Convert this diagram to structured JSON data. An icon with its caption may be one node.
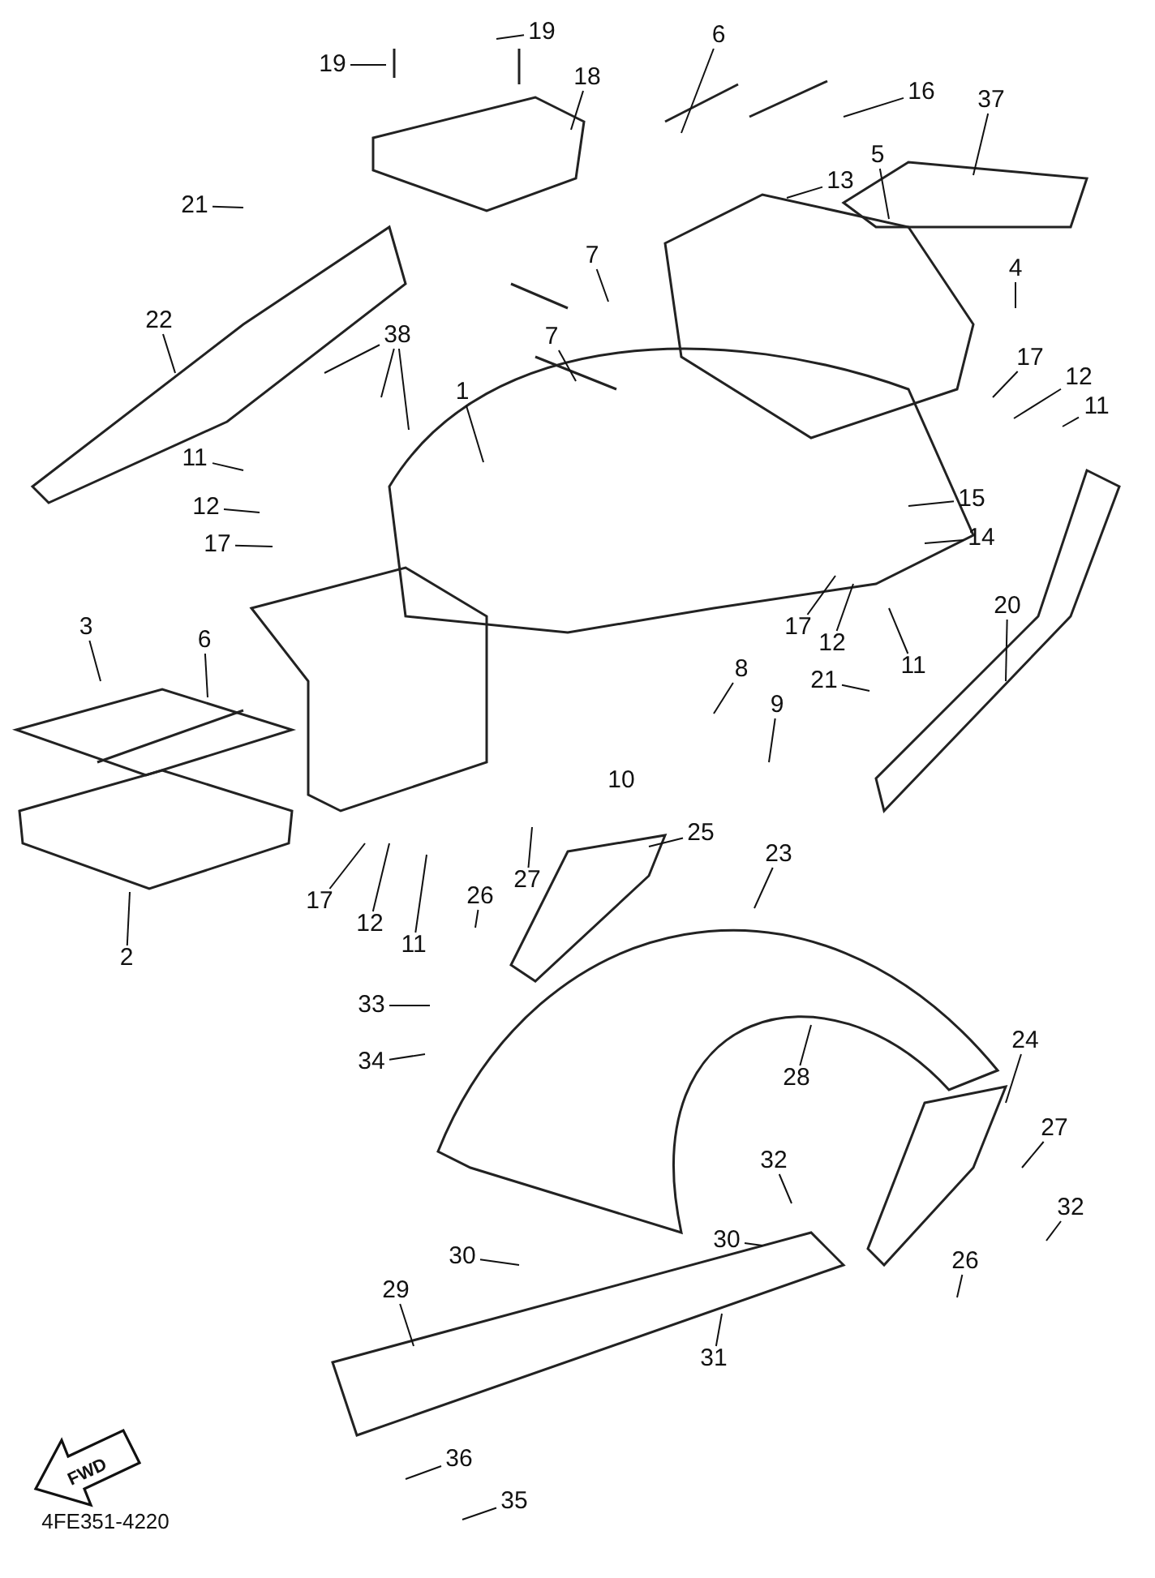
{
  "diagram": {
    "nodes": [
      {
        "text": [
          "19"
        ]
      },
      {
        "text": [
          "19"
        ]
      },
      {
        "text": [
          "18"
        ]
      },
      {
        "text": [
          "6"
        ]
      },
      {
        "text": [
          "16"
        ]
      },
      {
        "text": [
          "37"
        ]
      },
      {
        "text": [
          "21"
        ]
      },
      {
        "text": [
          "13"
        ]
      },
      {
        "text": [
          "5"
        ]
      },
      {
        "text": [
          "7"
        ]
      },
      {
        "text": [
          "4"
        ]
      },
      {
        "text": [
          "22"
        ]
      },
      {
        "text": [
          "38"
        ]
      },
      {
        "text": [
          "7"
        ]
      },
      {
        "text": [
          "1"
        ]
      },
      {
        "text": [
          "17"
        ]
      },
      {
        "text": [
          "12"
        ]
      },
      {
        "text": [
          "11"
        ]
      },
      {
        "text": [
          "11"
        ]
      },
      {
        "text": [
          "12"
        ]
      },
      {
        "text": [
          "17"
        ]
      },
      {
        "text": [
          "15"
        ]
      },
      {
        "text": [
          "14"
        ]
      },
      {
        "text": [
          "3"
        ]
      },
      {
        "text": [
          "6"
        ]
      },
      {
        "text": [
          "20"
        ]
      },
      {
        "text": [
          "17"
        ]
      },
      {
        "text": [
          "12"
        ]
      },
      {
        "text": [
          "11"
        ]
      },
      {
        "text": [
          "21"
        ]
      },
      {
        "text": [
          "8"
        ]
      },
      {
        "text": [
          "9"
        ]
      },
      {
        "text": [
          "2"
        ]
      },
      {
        "text": [
          "17"
        ]
      },
      {
        "text": [
          "12"
        ]
      },
      {
        "text": [
          "11"
        ]
      },
      {
        "text": [
          "27"
        ]
      },
      {
        "text": [
          "25"
        ]
      },
      {
        "text": [
          "23"
        ]
      },
      {
        "text": [
          "26"
        ]
      },
      {
        "text": [
          "33"
        ]
      },
      {
        "text": [
          "34"
        ]
      },
      {
        "text": [
          "28"
        ]
      },
      {
        "text": [
          "24"
        ]
      },
      {
        "text": [
          "27"
        ]
      },
      {
        "text": [
          "32"
        ]
      },
      {
        "text": [
          "32"
        ]
      },
      {
        "text": [
          "30"
        ]
      },
      {
        "text": [
          "30"
        ]
      },
      {
        "text": [
          "26"
        ]
      },
      {
        "text": [
          "29"
        ]
      },
      {
        "text": [
          "31"
        ]
      },
      {
        "text": [
          "36"
        ]
      },
      {
        "text": [
          "35"
        ]
      }
    ],
    "edges": [
      {
        "from": 0,
        "to": null,
        "arrow": "none"
      },
      {
        "from": 1,
        "to": null,
        "arrow": "none"
      },
      {
        "from": 2,
        "to": null,
        "arrow": "none"
      },
      {
        "from": 3,
        "to": null,
        "arrow": "none"
      },
      {
        "from": 4,
        "to": null,
        "arrow": "none"
      },
      {
        "from": 5,
        "to": null,
        "arrow": "none"
      },
      {
        "from": 6,
        "to": null,
        "arrow": "none"
      },
      {
        "from": 7,
        "to": null,
        "arrow": "none"
      },
      {
        "from": 8,
        "to": null,
        "arrow": "none"
      },
      {
        "from": 9,
        "to": null,
        "arrow": "none"
      },
      {
        "from": 10,
        "to": null,
        "arrow": "none"
      },
      {
        "from": 11,
        "to": null,
        "arrow": "none"
      },
      {
        "from": 12,
        "to": null,
        "arrow": "none"
      },
      {
        "from": 12,
        "to": null,
        "arrow": "none"
      },
      {
        "from": 12,
        "to": null,
        "arrow": "none"
      },
      {
        "from": 13,
        "to": null,
        "arrow": "none"
      },
      {
        "from": 14,
        "to": null,
        "arrow": "none"
      },
      {
        "from": 15,
        "to": null,
        "arrow": "none"
      },
      {
        "from": 16,
        "to": null,
        "arrow": "none"
      },
      {
        "from": 17,
        "to": null,
        "arrow": "none"
      },
      {
        "from": 18,
        "to": null,
        "arrow": "none"
      },
      {
        "from": 19,
        "to": null,
        "arrow": "none"
      },
      {
        "from": 20,
        "to": null,
        "arrow": "none"
      },
      {
        "from": 21,
        "to": null,
        "arrow": "none"
      },
      {
        "from": 22,
        "to": null,
        "arrow": "none"
      },
      {
        "from": 23,
        "to": null,
        "arrow": "none"
      },
      {
        "from": 24,
        "to": null,
        "arrow": "none"
      },
      {
        "from": 25,
        "to": null,
        "arrow": "none"
      },
      {
        "from": 26,
        "to": null,
        "arrow": "none"
      },
      {
        "from": 27,
        "to": null,
        "arrow": "none"
      },
      {
        "from": 28,
        "to": null,
        "arrow": "none"
      },
      {
        "from": 29,
        "to": null,
        "arrow": "none"
      },
      {
        "from": 30,
        "to": null,
        "arrow": "none"
      },
      {
        "from": 31,
        "to": null,
        "arrow": "none"
      },
      {
        "from": 32,
        "to": null,
        "arrow": "none"
      },
      {
        "from": 33,
        "to": null,
        "arrow": "none"
      },
      {
        "from": 34,
        "to": null,
        "arrow": "none"
      },
      {
        "from": 35,
        "to": null,
        "arrow": "none"
      },
      {
        "from": 36,
        "to": null,
        "arrow": "none"
      },
      {
        "from": 37,
        "to": null,
        "arrow": "none"
      },
      {
        "from": 38,
        "to": null,
        "arrow": "none"
      },
      {
        "from": 39,
        "to": null,
        "arrow": "none"
      },
      {
        "from": 40,
        "to": null,
        "arrow": "none"
      },
      {
        "from": 41,
        "to": null,
        "arrow": "none"
      },
      {
        "from": 42,
        "to": null,
        "arrow": "none"
      },
      {
        "from": 43,
        "to": null,
        "arrow": "none"
      },
      {
        "from": 44,
        "to": null,
        "arrow": "none"
      },
      {
        "from": 45,
        "to": null,
        "arrow": "none"
      },
      {
        "from": 46,
        "to": null,
        "arrow": "none"
      },
      {
        "from": 47,
        "to": null,
        "arrow": "none"
      },
      {
        "from": 48,
        "to": null,
        "arrow": "none"
      },
      {
        "from": 49,
        "to": null,
        "arrow": "none"
      },
      {
        "from": 50,
        "to": null,
        "arrow": "none"
      },
      {
        "from": 51,
        "to": null,
        "arrow": "none"
      },
      {
        "from": 52,
        "to": null,
        "arrow": "none"
      },
      {
        "from": 53,
        "to": null,
        "arrow": "none"
      }
    ],
    "labels": [
      "10",
      "FWD",
      "4FE351-4220"
    ]
  }
}
